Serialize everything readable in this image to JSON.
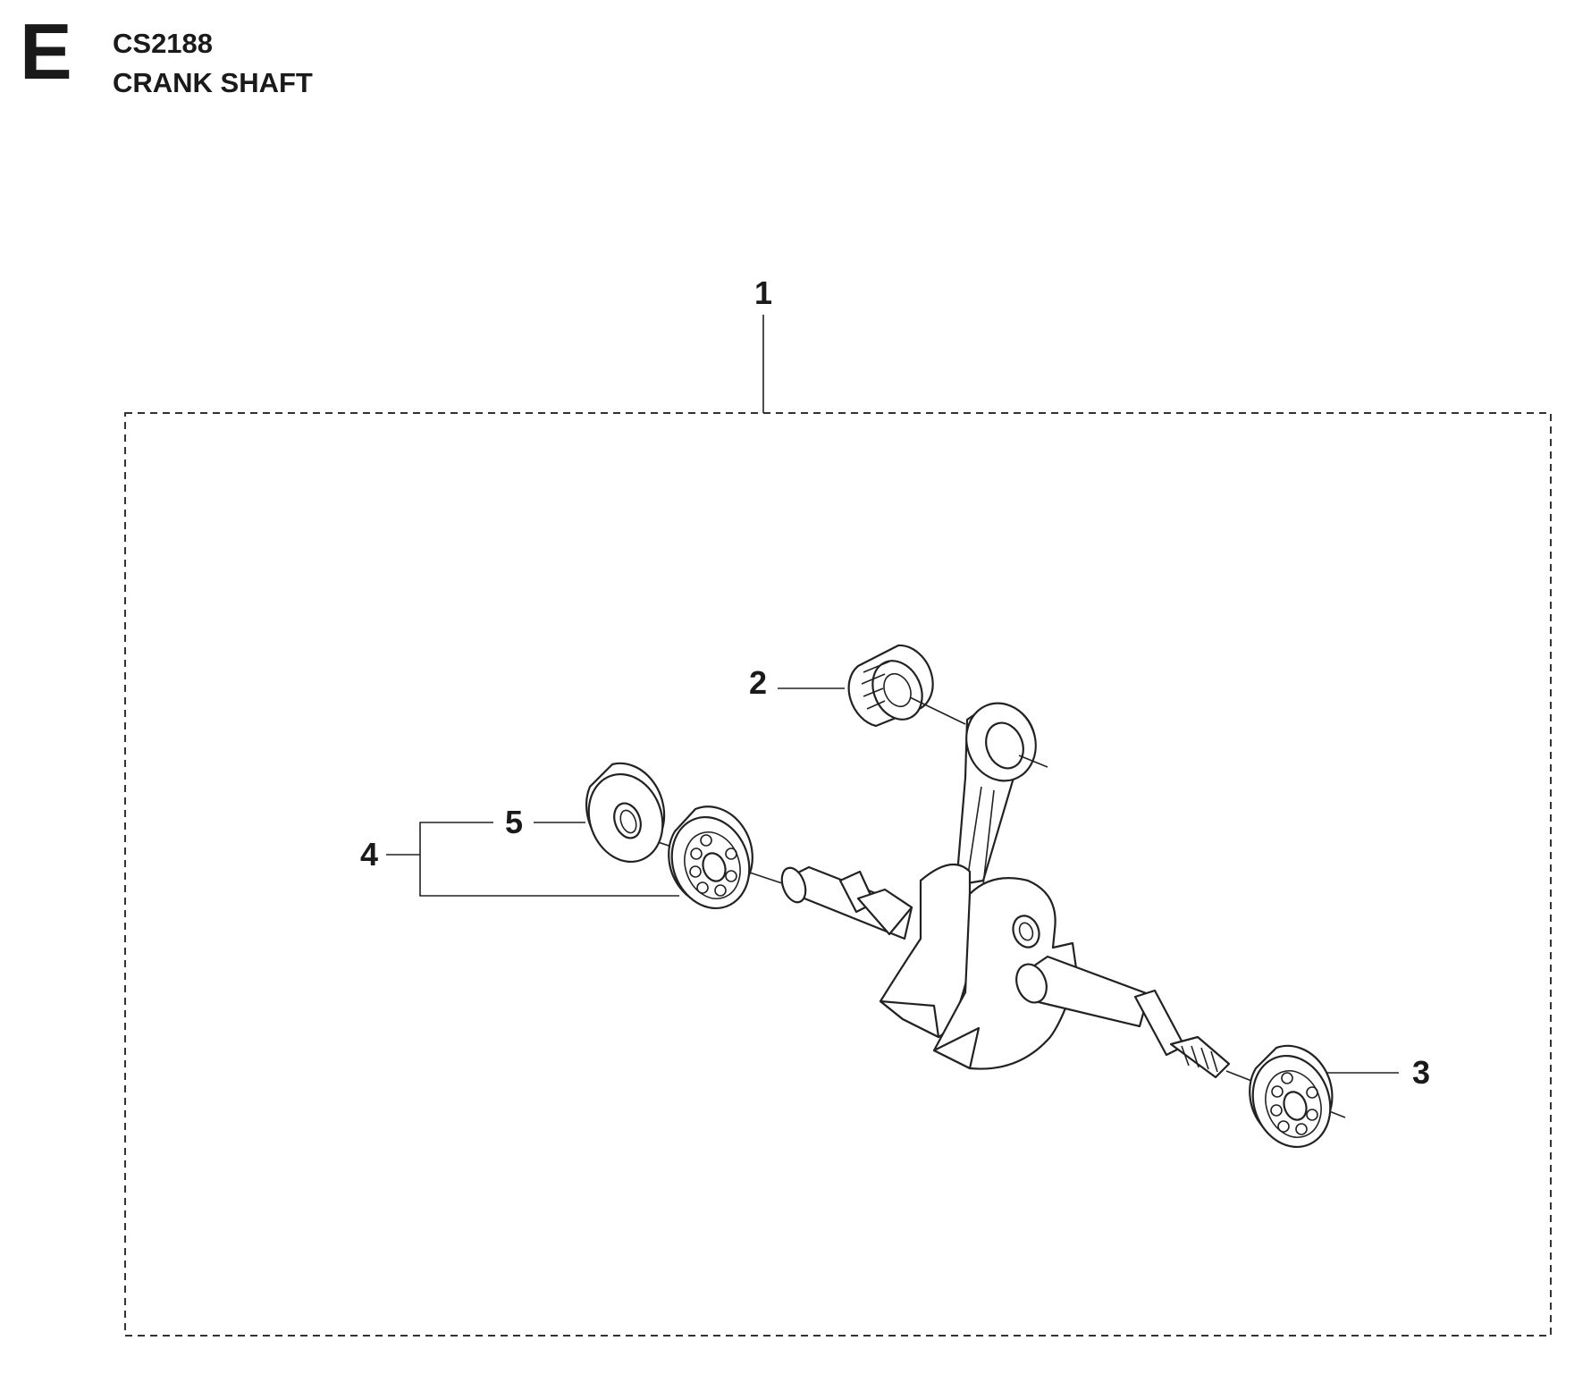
{
  "header": {
    "section_letter": "E",
    "model": "CS2188",
    "title": "CRANK SHAFT"
  },
  "callouts": [
    {
      "id": "1",
      "label": "1"
    },
    {
      "id": "2",
      "label": "2"
    },
    {
      "id": "3",
      "label": "3"
    },
    {
      "id": "4",
      "label": "4"
    },
    {
      "id": "5",
      "label": "5"
    }
  ],
  "parts": [
    {
      "ref": "1",
      "icon": "crankshaft-assembly-kit-boundary"
    },
    {
      "ref": "2",
      "icon": "needle-bearing-icon"
    },
    {
      "ref": "3",
      "icon": "ball-bearing-icon"
    },
    {
      "ref": "4",
      "icon": "bearing-and-seal-kit-icon"
    },
    {
      "ref": "5",
      "icon": "oil-seal-icon"
    }
  ]
}
